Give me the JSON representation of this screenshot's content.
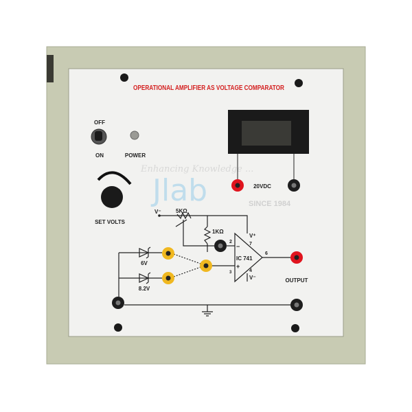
{
  "panel": {
    "title": "OPERATIONAL AMPLIFIER AS VOLTAGE COMPARATOR",
    "switch_off": "OFF",
    "switch_on": "ON",
    "power_label": "POWER",
    "knob_label": "SET VOLTS",
    "meter_label": "20VDC",
    "v_minus_in": "V⁻",
    "pot_label": "5KΩ",
    "resistor_label": "1KΩ",
    "zener1": "6V",
    "zener2": "8.2V",
    "ic_label": "IC 741",
    "pin2": "2",
    "pin3": "3",
    "pin4": "4",
    "pin6": "6",
    "pin7": "7",
    "v_plus": "V⁺",
    "v_minus": "V⁻",
    "output_label": "OUTPUT",
    "minus_sign": "−",
    "plus_sign": "+"
  },
  "watermark": {
    "brand": "Jlab",
    "since": "SINCE 1984",
    "tagline": "Enhancing Knowledge ..."
  },
  "colors": {
    "enclosure": "#c8cbb3",
    "panel": "#f2f2f0",
    "title": "#d42020",
    "jack_red": "#e0141e",
    "jack_yellow": "#f0b820",
    "jack_black": "#1e1e1e",
    "watermark": "#9fd0ea"
  }
}
